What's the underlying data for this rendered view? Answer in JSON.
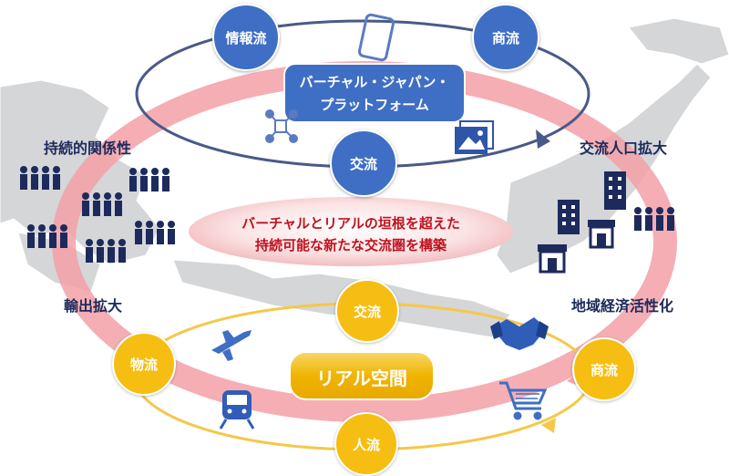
{
  "virtual": {
    "platform_line1": "バーチャル・ジャパン・",
    "platform_line2": "プラットフォーム",
    "nodes": {
      "info": "情報流",
      "commerce": "商流",
      "exchange": "交流"
    }
  },
  "center": {
    "line1": "バーチャルとリアルの垣根を超えた",
    "line2": "持続可能な新たな交流圏を構築"
  },
  "outcomes": {
    "relationship": "持続的関係性",
    "exchange_population": "交流人口拡大",
    "export": "輸出拡大",
    "regional": "地域経済活性化"
  },
  "real": {
    "title": "リアル空間",
    "nodes": {
      "exchange": "交流",
      "logistics": "物流",
      "commerce": "商流",
      "people": "人流"
    }
  },
  "colors": {
    "navy": "#1d2a5c",
    "blue": "#3f6fc4",
    "gold": "#f6be12",
    "red_ring": "#f2a3a8",
    "center_red": "#c0121f"
  }
}
